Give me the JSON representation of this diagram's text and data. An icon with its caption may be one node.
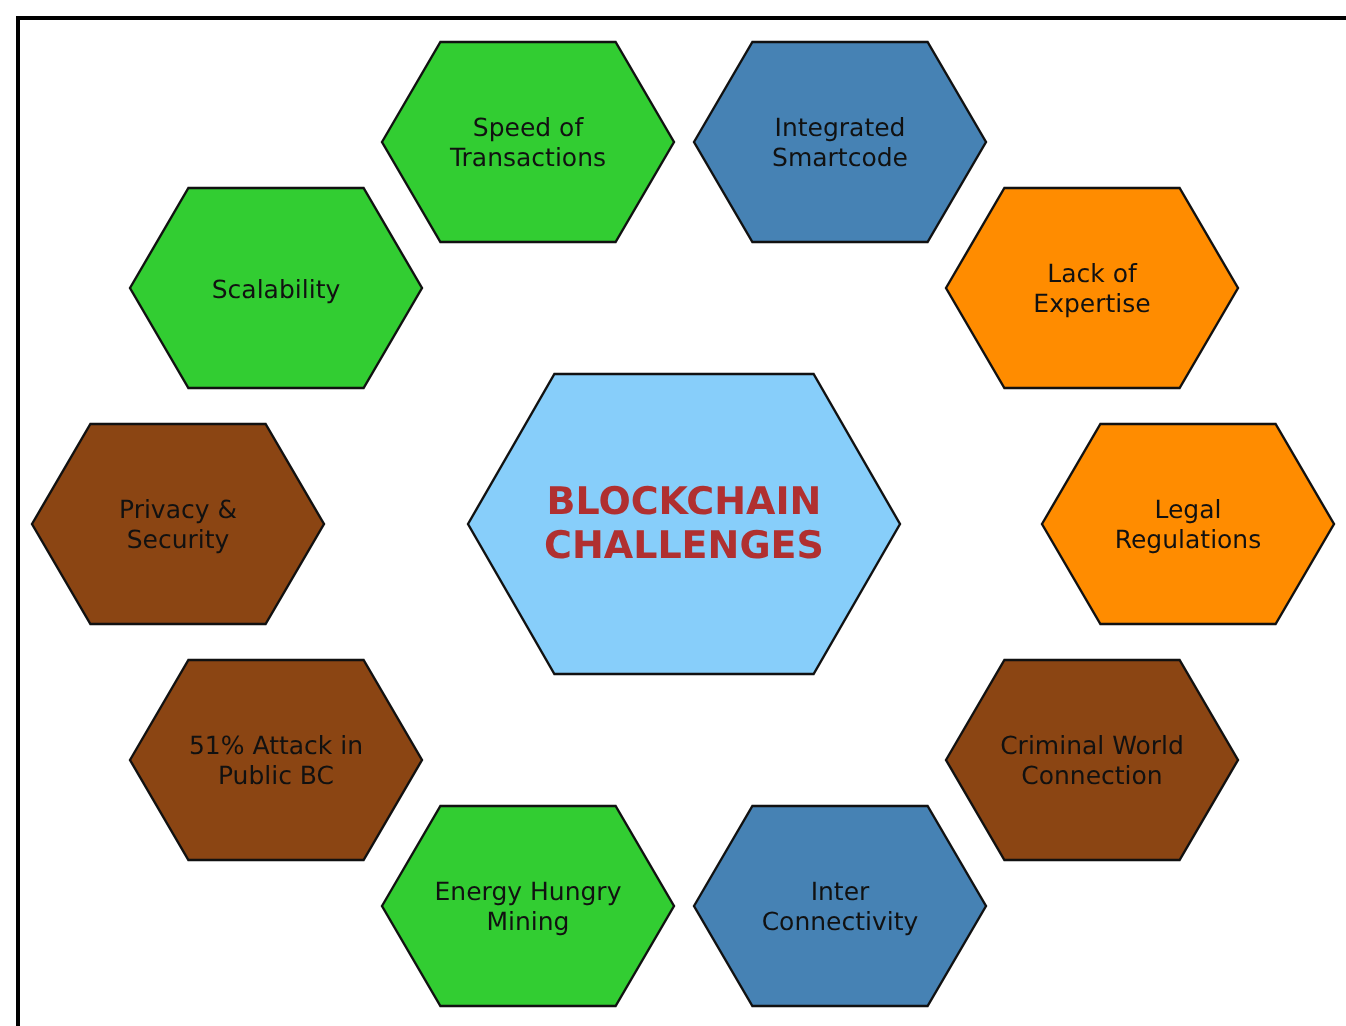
{
  "diagram": {
    "nodes": [
      {
        "text": [
          "BLOCKCHAIN CHALLENGES"
        ]
      },
      {
        "text": [
          "Speed of Transactions"
        ]
      },
      {
        "text": [
          "Integrated Smartcode"
        ]
      },
      {
        "text": [
          "Scalability"
        ]
      },
      {
        "text": [
          "Lack of Expertise"
        ]
      },
      {
        "text": [
          "Privacy & Security"
        ]
      },
      {
        "text": [
          "Legal Regulations"
        ]
      },
      {
        "text": [
          "51% Attack in Public BC"
        ]
      },
      {
        "text": [
          "Criminal World Connection"
        ]
      },
      {
        "text": [
          "Energy Hungry Mining"
        ]
      },
      {
        "text": [
          "Inter Connectivity"
        ]
      }
    ]
  }
}
